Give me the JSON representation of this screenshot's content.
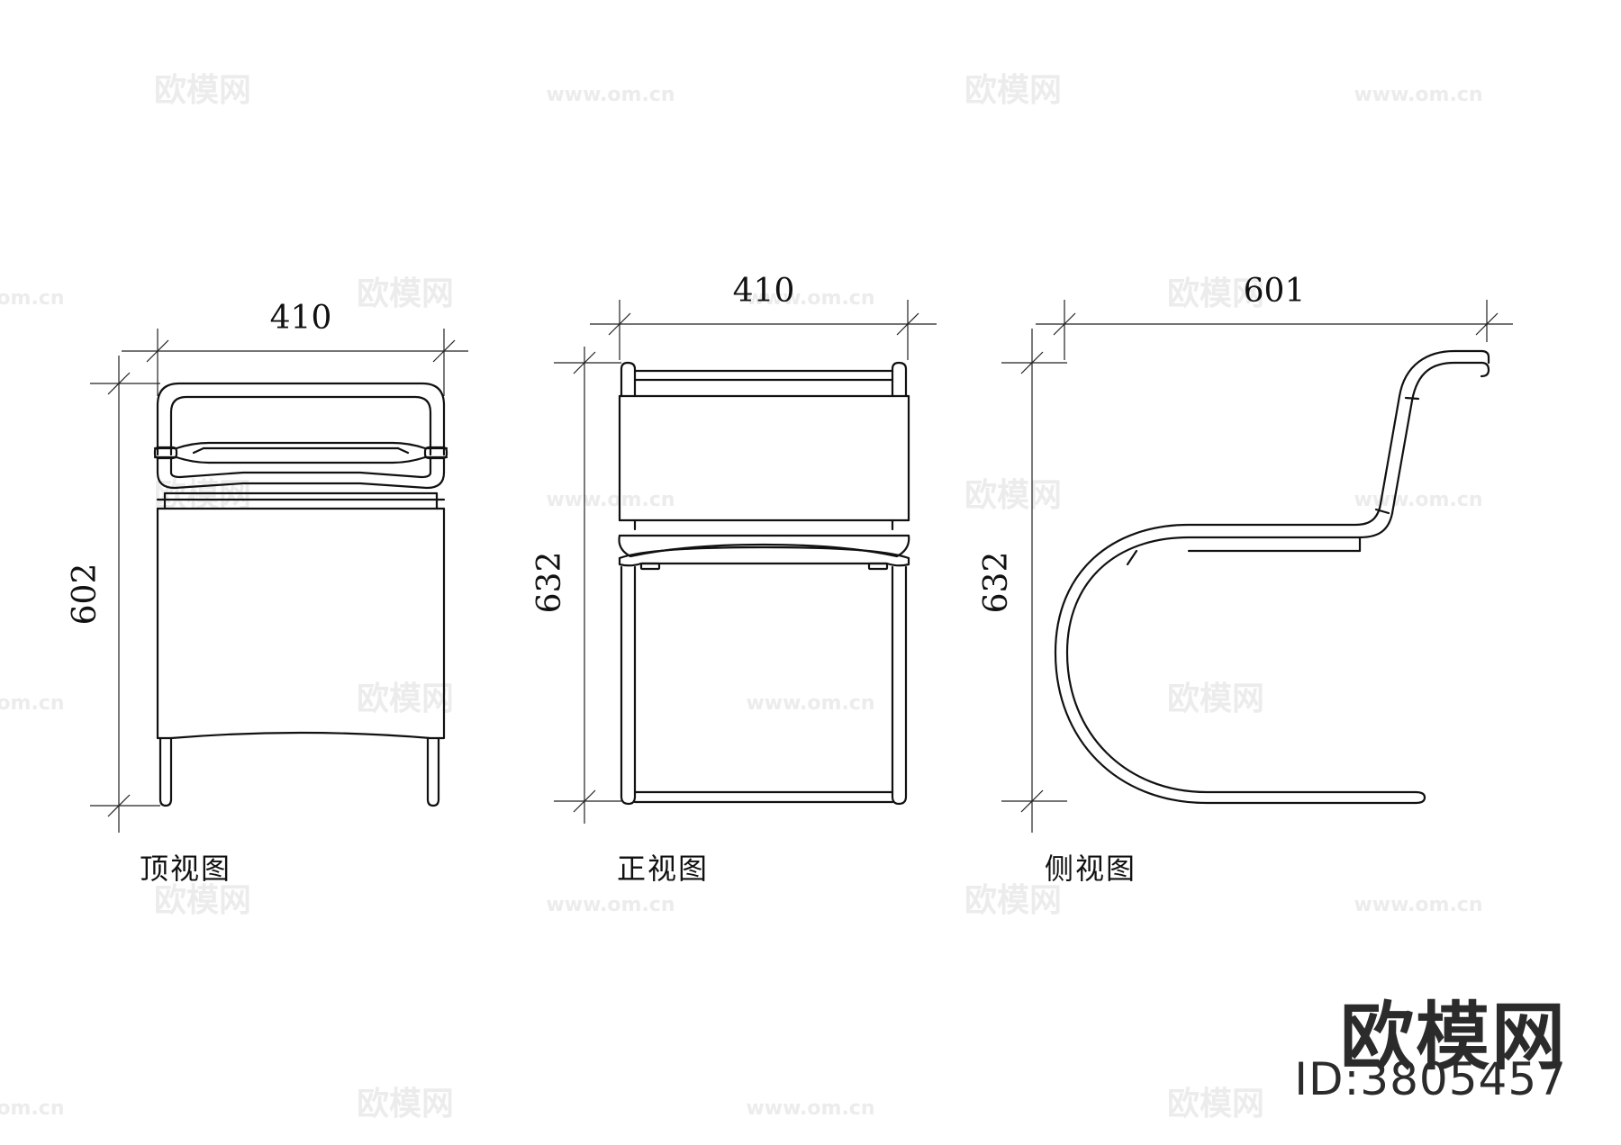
{
  "watermark": {
    "name": "欧模网",
    "url": "www.om.cn"
  },
  "views": {
    "top": {
      "caption": "顶视图",
      "width_label": "410",
      "depth_label": "602"
    },
    "front": {
      "caption": "正视图",
      "width_label": "410",
      "height_label": "632"
    },
    "side": {
      "caption": "侧视图",
      "depth_label": "601",
      "height_label": "632"
    }
  },
  "brand": {
    "name": "欧模网",
    "id_text": "ID:3805457"
  }
}
